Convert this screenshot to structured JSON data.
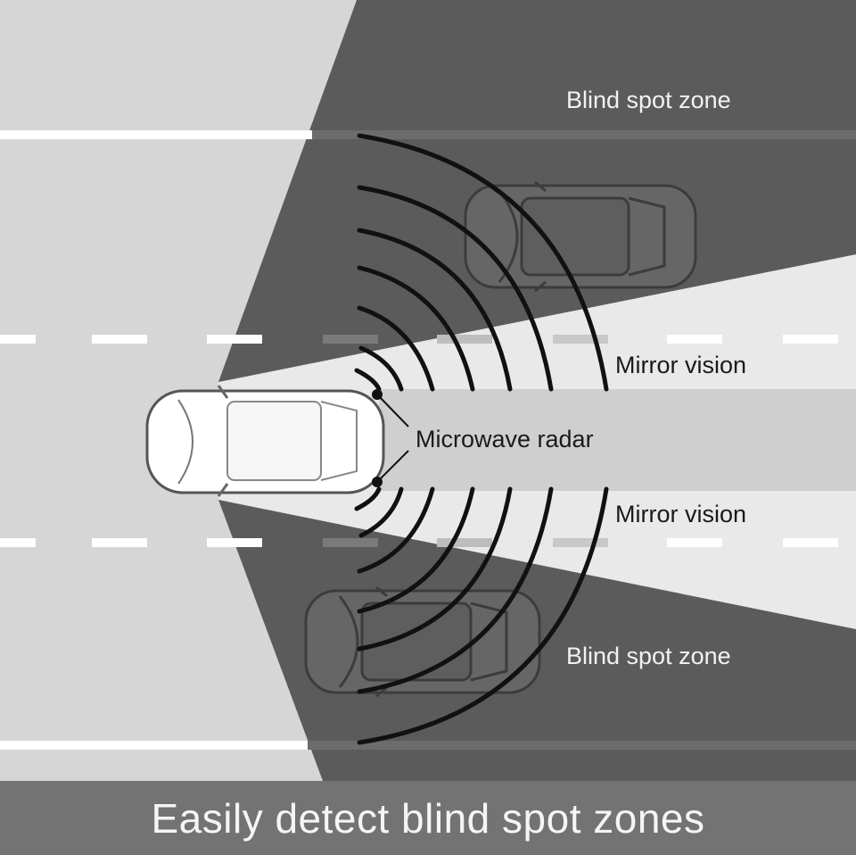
{
  "labels": {
    "blind_spot_top": "Blind spot zone",
    "mirror_vision_top": "Mirror vision",
    "microwave_radar": "Microwave radar",
    "mirror_vision_bottom": "Mirror vision",
    "blind_spot_bottom": "Blind spot zone"
  },
  "caption": "Easily detect blind spot zones",
  "colors": {
    "road": "#d6d6d6",
    "blind_zone": "#5b5b5b",
    "mirror_vision": "#e9e9e9",
    "radar_band": "#cfcfcf",
    "caption_bar": "#737373",
    "radar_waves": "#111111"
  }
}
